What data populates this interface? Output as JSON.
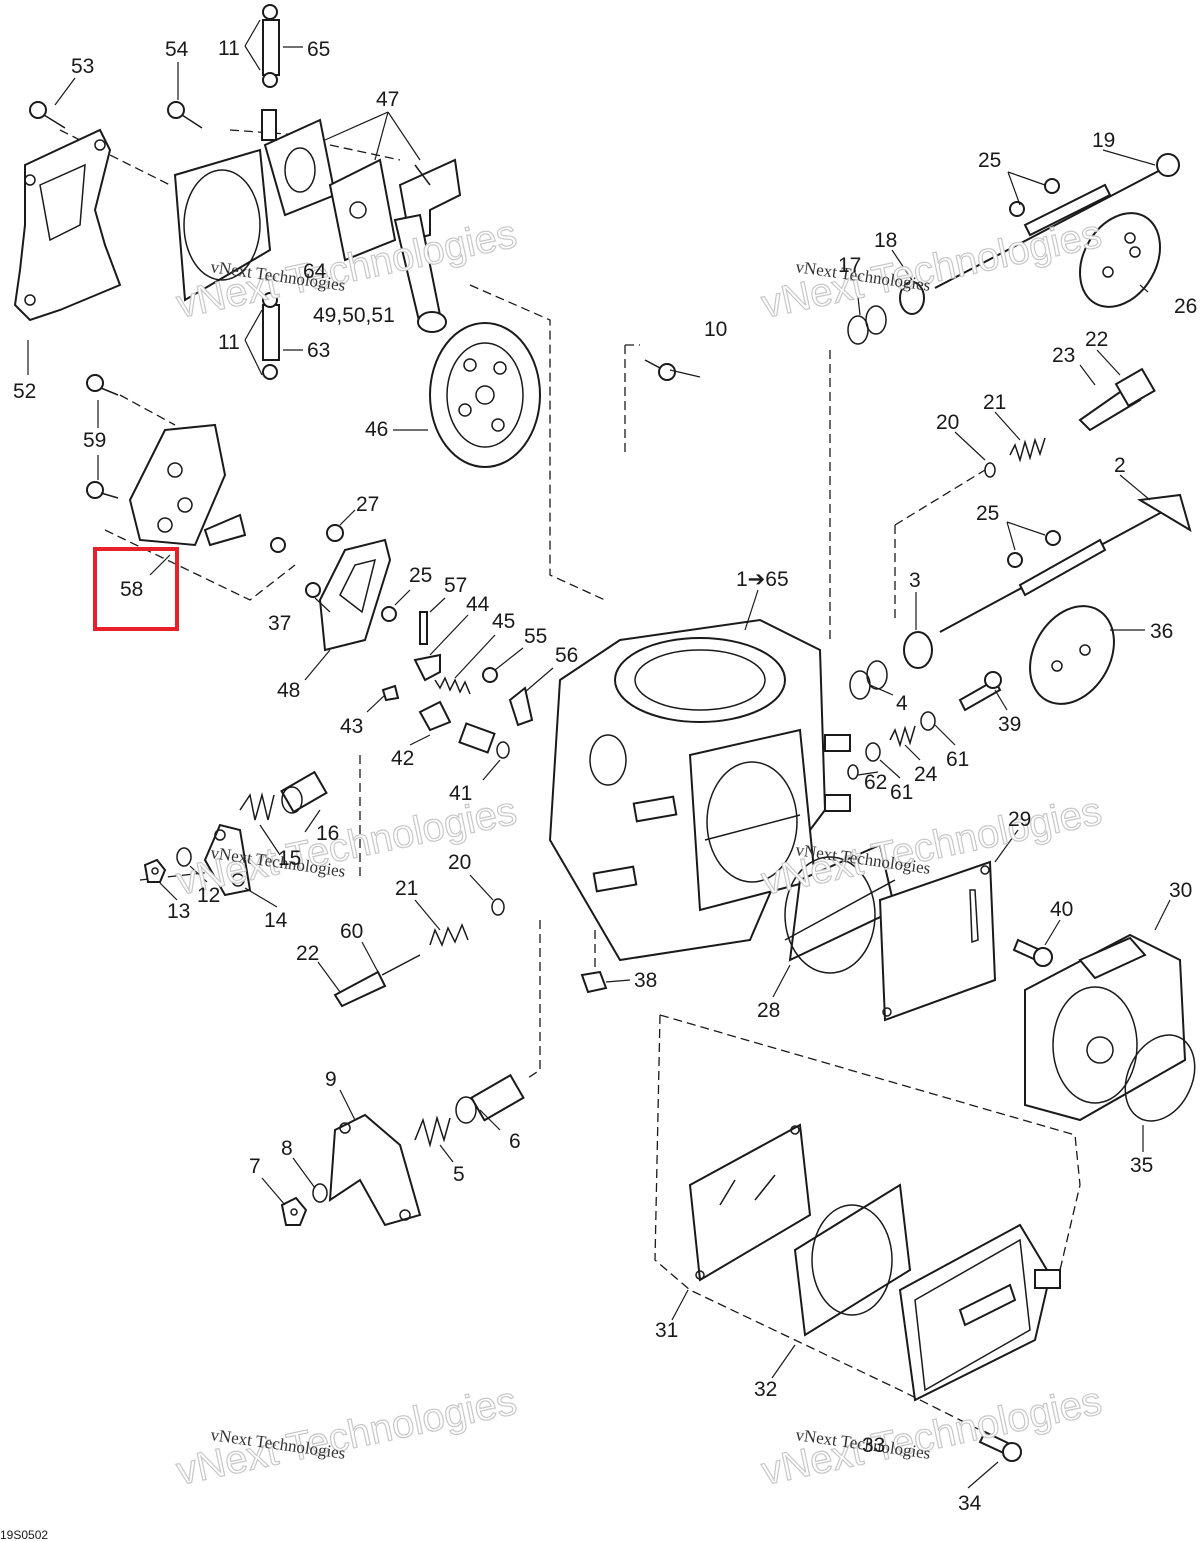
{
  "diagram": {
    "code": "19S0502",
    "highlight_color": "#e8202a",
    "highlighted_part": "58",
    "watermark": "vNext Technologies",
    "callouts": [
      "1➔65",
      "2",
      "3",
      "4",
      "5",
      "6",
      "7",
      "8",
      "9",
      "10",
      "11",
      "11",
      "12",
      "13",
      "14",
      "15",
      "16",
      "17",
      "18",
      "19",
      "20",
      "20",
      "21",
      "21",
      "22",
      "22",
      "23",
      "24",
      "25",
      "25",
      "25",
      "26",
      "27",
      "28",
      "29",
      "30",
      "31",
      "32",
      "33",
      "34",
      "35",
      "36",
      "37",
      "38",
      "39",
      "40",
      "41",
      "42",
      "43",
      "44",
      "45",
      "46",
      "47",
      "48",
      "49,50,51",
      "52",
      "53",
      "54",
      "55",
      "56",
      "57",
      "58",
      "59",
      "60",
      "61",
      "61",
      "62",
      "63",
      "64",
      "65"
    ]
  }
}
